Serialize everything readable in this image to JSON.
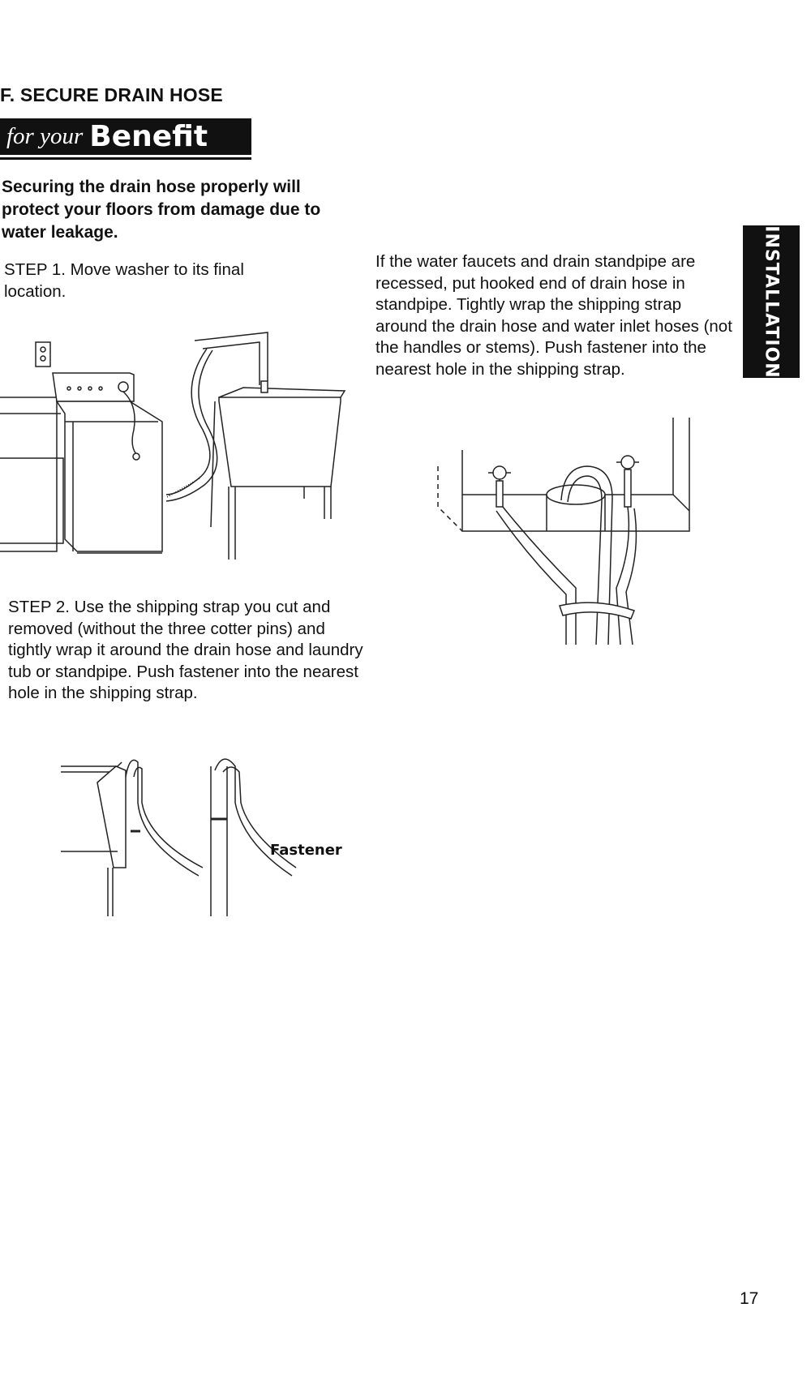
{
  "section": {
    "heading": "F. SECURE DRAIN HOSE",
    "banner_italic": "for your",
    "banner_bold": "Benefit",
    "intro": "Securing the drain hose properly will protect your floors from damage due to water leakage."
  },
  "step1": {
    "label": "STEP 1.",
    "text": "Move washer to its final location."
  },
  "step2": {
    "label": "STEP 2.",
    "text": "Use the shipping strap you cut and removed (without the three cotter pins) and tightly wrap it around the drain hose and laundry tub or standpipe. Push fastener into the nearest hole in the shipping strap."
  },
  "recessed_note": "If the water faucets and drain standpipe are recessed, put hooked end of drain hose in standpipe. Tightly wrap the shipping strap around the drain hose and water inlet hoses (not the handles or stems). Push fastener into the nearest hole in the shipping strap.",
  "figure_labels": {
    "fastener": "Fastener"
  },
  "side_tab": "INSTALLATION",
  "page_number": "17",
  "icons": [
    "washer-illustration",
    "standpipe-illustration",
    "strap-illustration",
    "wall-outlet-icon"
  ]
}
